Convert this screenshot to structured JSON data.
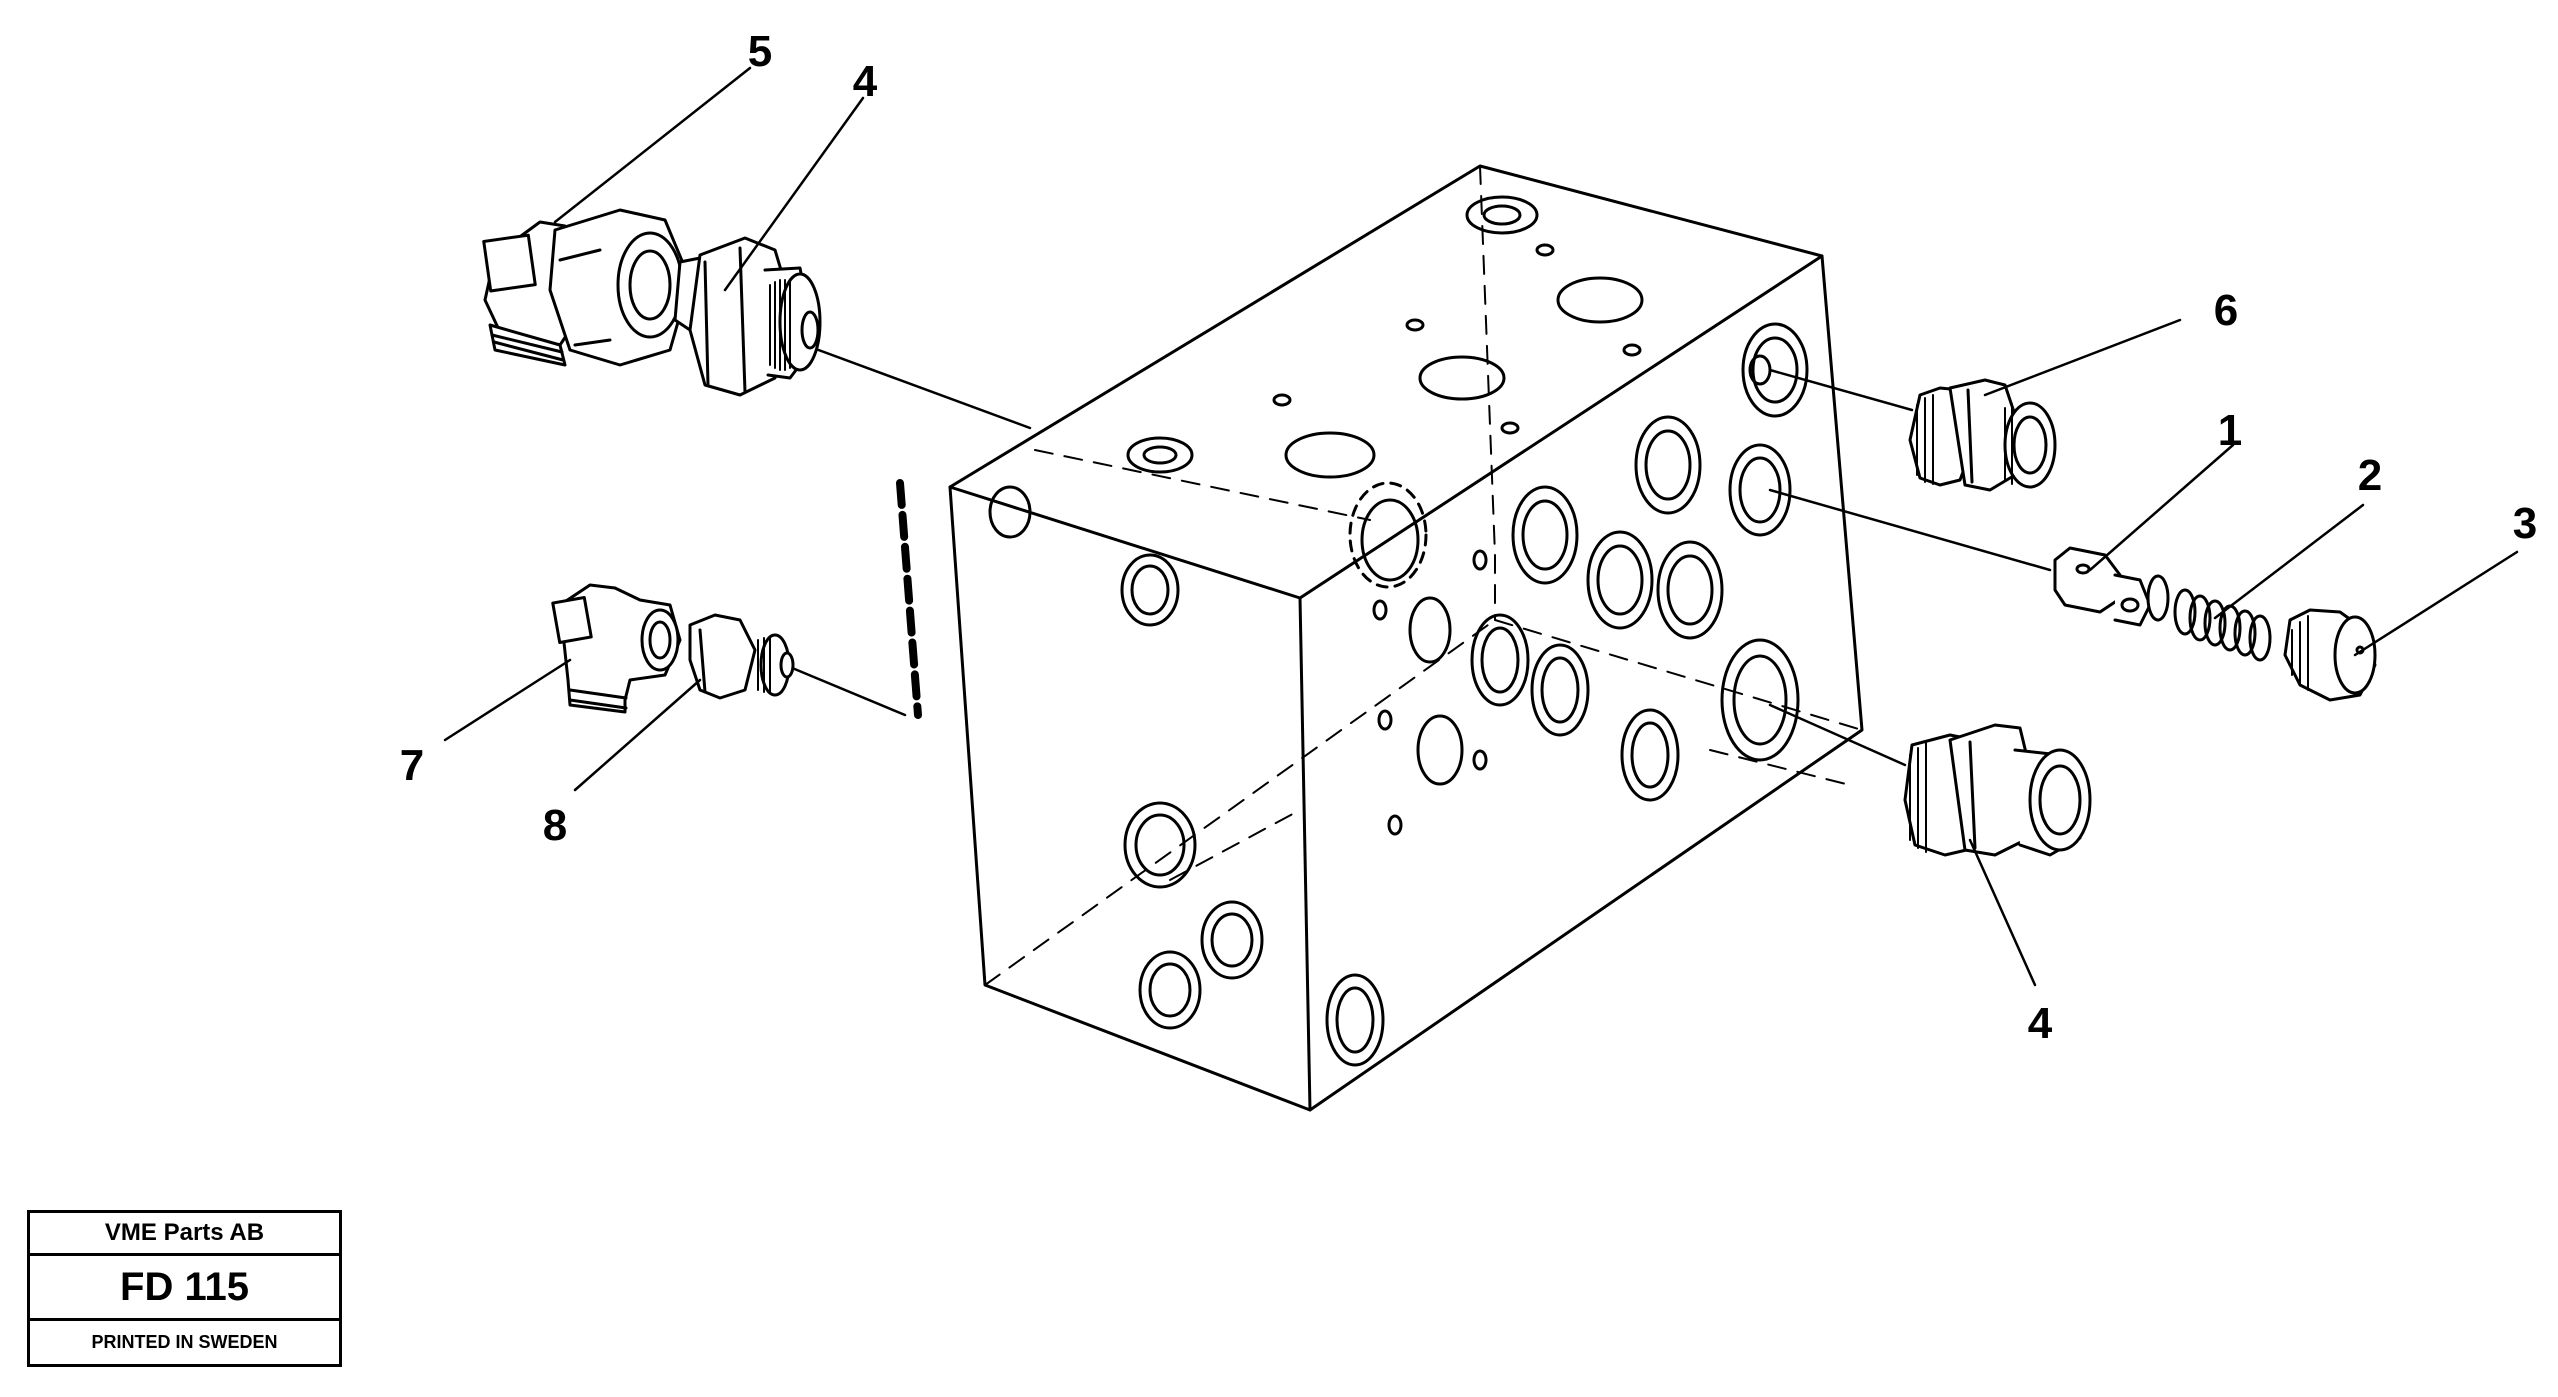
{
  "callouts": {
    "c5": "5",
    "c4_top": "4",
    "c6": "6",
    "c1": "1",
    "c2": "2",
    "c3": "3",
    "c7": "7",
    "c8": "8",
    "c4_bottom": "4"
  },
  "title_block": {
    "company": "VME Parts AB",
    "code": "FD 115",
    "printed": "PRINTED IN SWEDEN"
  },
  "colors": {
    "line": "#000000",
    "background": "#ffffff"
  }
}
